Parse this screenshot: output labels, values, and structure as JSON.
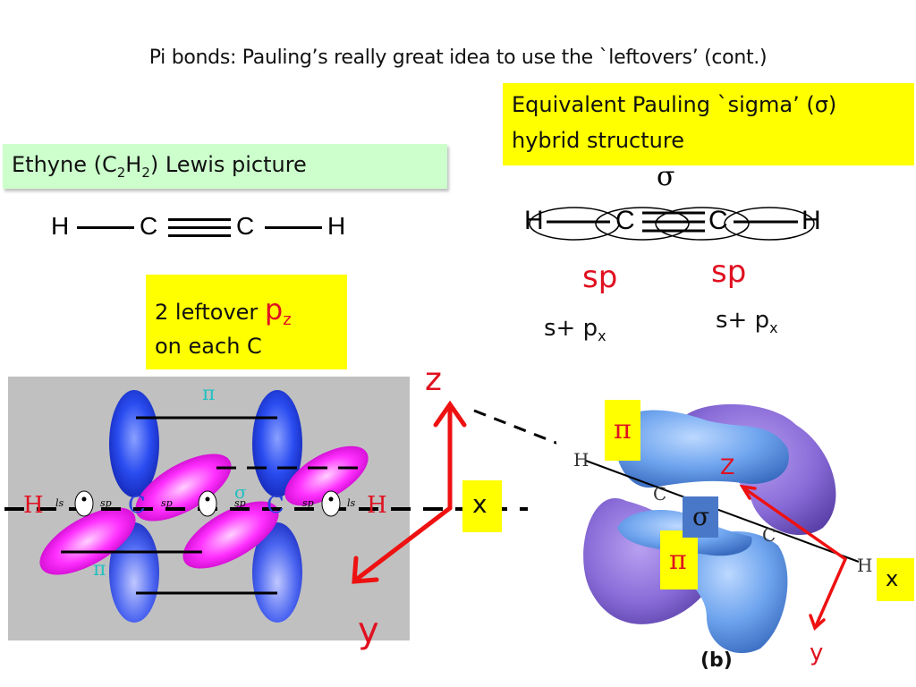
{
  "title": "Pi bonds: Pauling’s really great idea to use the `leftovers’ (cont.)",
  "ethyne_box": {
    "text_a": "Ethyne (C",
    "sub1": "2",
    "text_b": "H",
    "sub2": "2",
    "text_c": ")  Lewis picture"
  },
  "lewis": {
    "h_left": "H",
    "c_left": "C",
    "c_right": "C",
    "h_right": "H"
  },
  "pauling_box": {
    "line1": "Equivalent Pauling `sigma’ (σ)",
    "line2": "hybrid structure"
  },
  "sigma_diagram": {
    "sigma_symbol": "σ",
    "h_left": "H",
    "c_left": "C",
    "c_right": "C",
    "h_right": "H",
    "sp_left": "sp",
    "sp_right": "sp",
    "spx_left": "s+ p",
    "spx_left_sub": "x",
    "spx_right": "s+ p",
    "spx_right_sub": "x"
  },
  "leftover_box": {
    "text_a": "2 leftover ",
    "p": "p",
    "sub": "z",
    "line2": "on each C"
  },
  "left_figure": {
    "pi_top": "π",
    "pi_bottom": "π",
    "sigma": "σ",
    "h_left": "H",
    "c_left": "C",
    "c_right": "C",
    "h_right": "H",
    "ls": "ls",
    "sp": "sp"
  },
  "axes": {
    "z": "z",
    "x": "x",
    "y": "y"
  },
  "right_figure": {
    "pi_top": "π",
    "pi_bottom": "π",
    "sigma": "σ",
    "z": "Z",
    "x": "x",
    "y": "y",
    "h_top": "H",
    "c_top": "C",
    "c_bottom": "C",
    "h_bottom": "H",
    "caption": "(b)"
  },
  "colors": {
    "yellow": "#ffff00",
    "green": "#ccffcc",
    "red": "#e01020",
    "blue_lobe": "#2a4cf0",
    "pink_lobe": "#ff22ff",
    "gray_panel": "#c0c0c0",
    "cyan_text": "#22c0c0"
  }
}
